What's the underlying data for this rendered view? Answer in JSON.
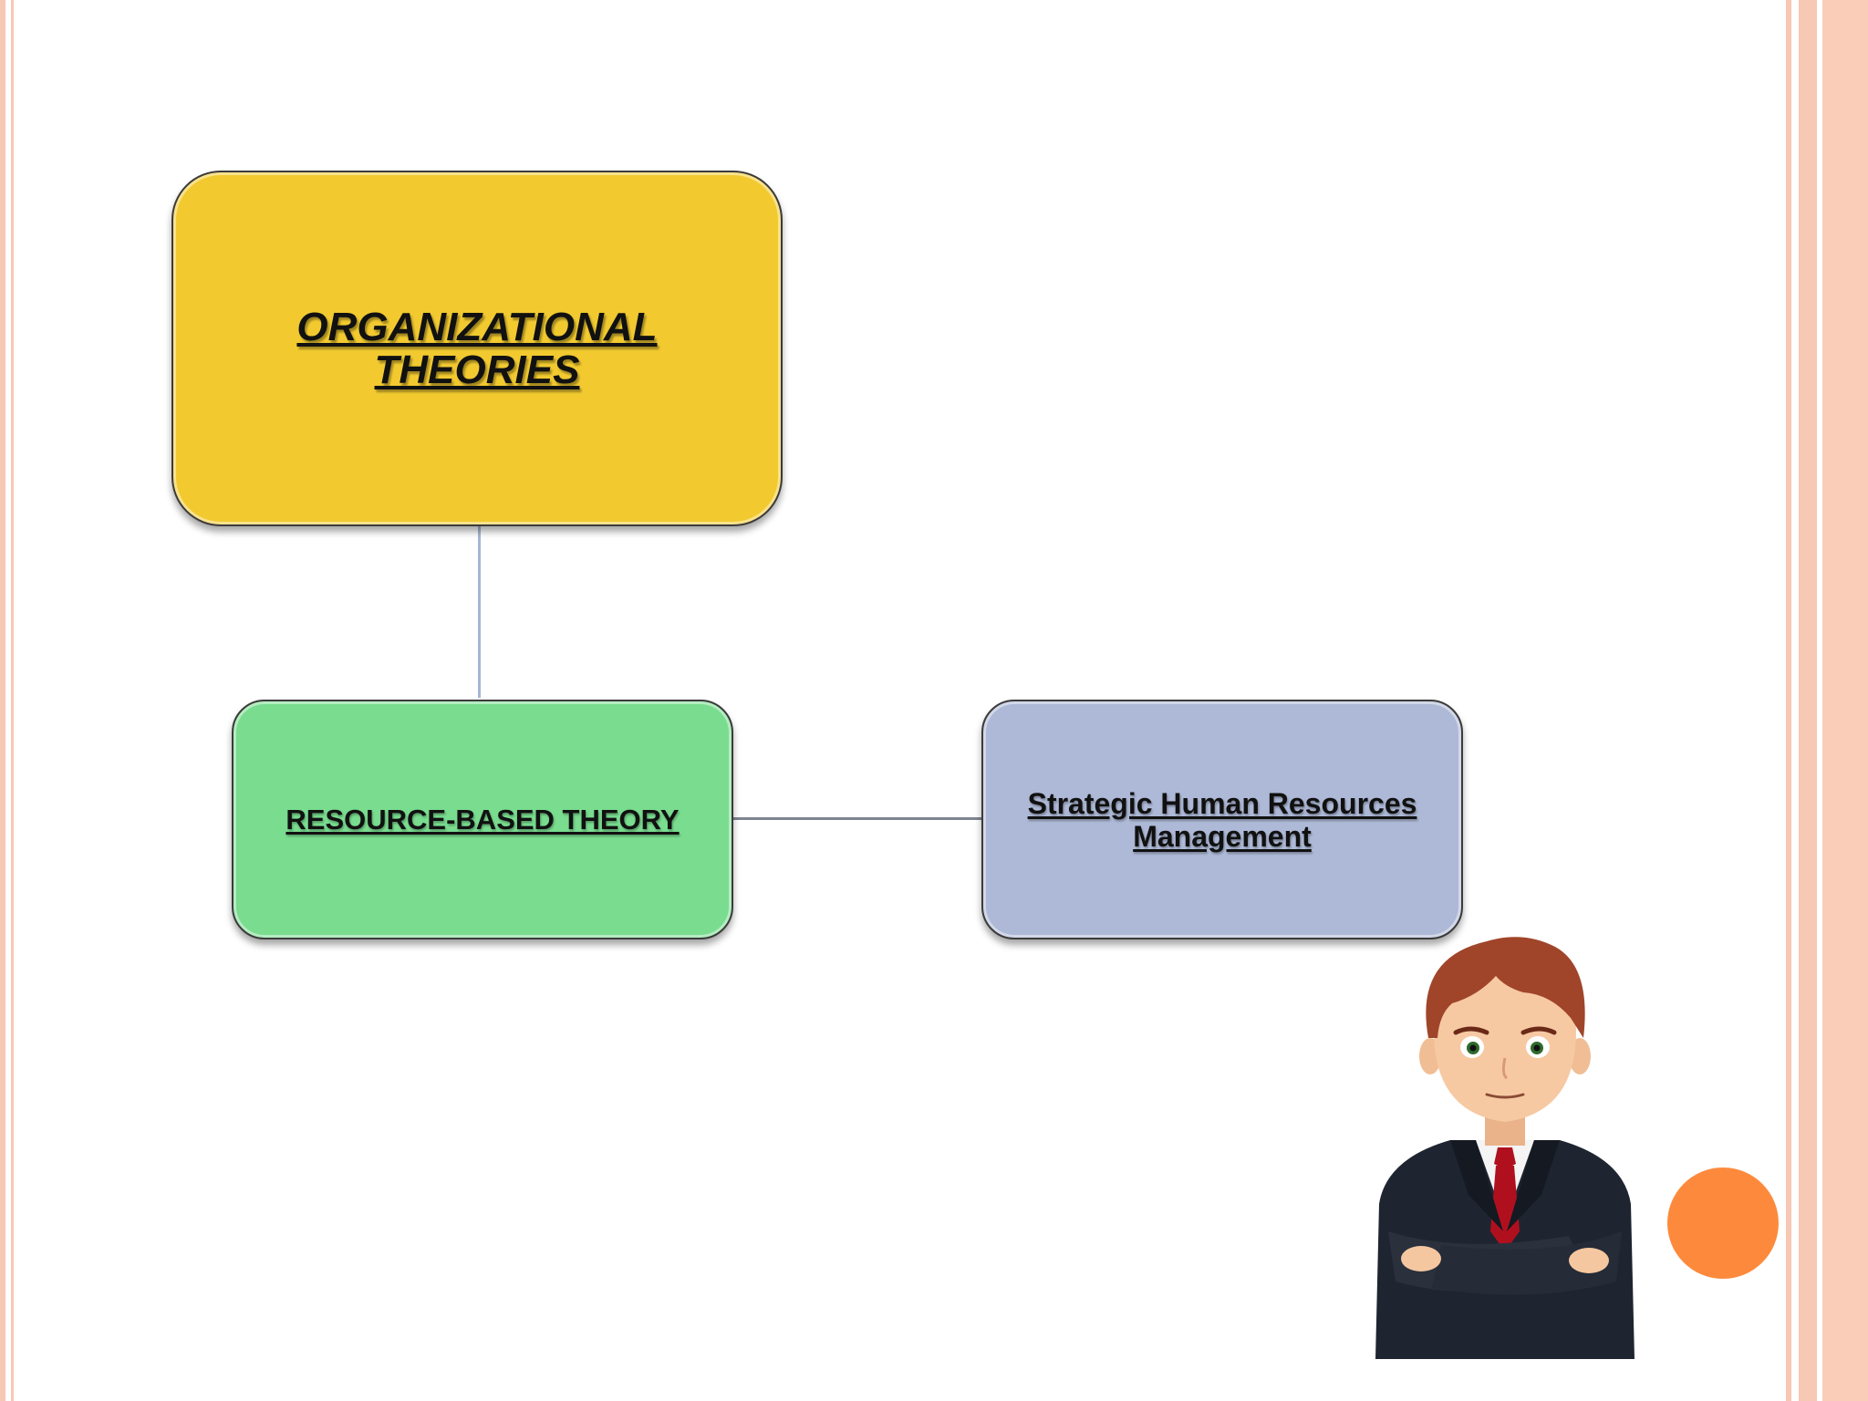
{
  "diagram": {
    "nodes": [
      {
        "id": "organizational-theories",
        "label": "ORGANIZATIONAL THEORIES",
        "color": "#f2ca30"
      },
      {
        "id": "resource-based-theory",
        "label": "RESOURCE-BASED THEORY",
        "color": "#79dc8f"
      },
      {
        "id": "strategic-hrm",
        "label": "Strategic Human Resources Management",
        "color": "#adb9d6"
      }
    ],
    "edges": [
      {
        "from": "organizational-theories",
        "to": "resource-based-theory"
      },
      {
        "from": "resource-based-theory",
        "to": "strategic-hrm"
      }
    ]
  },
  "decorations": {
    "frame_color": "#f7c8b3",
    "accent_circle_color": "#fd8a3c",
    "character_icon": "businessman-arms-crossed-icon"
  }
}
